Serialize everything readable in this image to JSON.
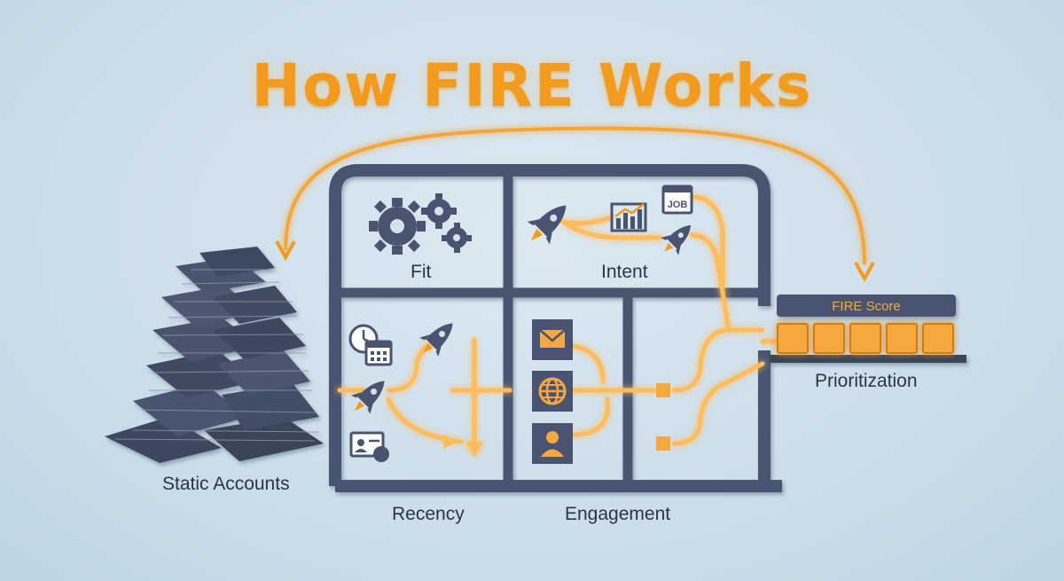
{
  "title": "How FIRE Works",
  "labels": {
    "static_accounts": "Static Accounts",
    "fit": "Fit",
    "intent": "Intent",
    "recency": "Recency",
    "engagement": "Engagement",
    "fire_score": "FIRE Score",
    "prioritization": "Prioritization",
    "job_tag": "JOB"
  },
  "colors": {
    "accent": "#f29b1e",
    "frame": "#4a5470",
    "glow": "#ffc061",
    "background": "#d3e3ee"
  },
  "icons": [
    "gears-icon",
    "rocket-icon",
    "bar-chart-icon",
    "job-icon",
    "clock-icon",
    "calendar-icon",
    "id-badge-icon",
    "mail-icon",
    "globe-icon",
    "user-icon"
  ]
}
